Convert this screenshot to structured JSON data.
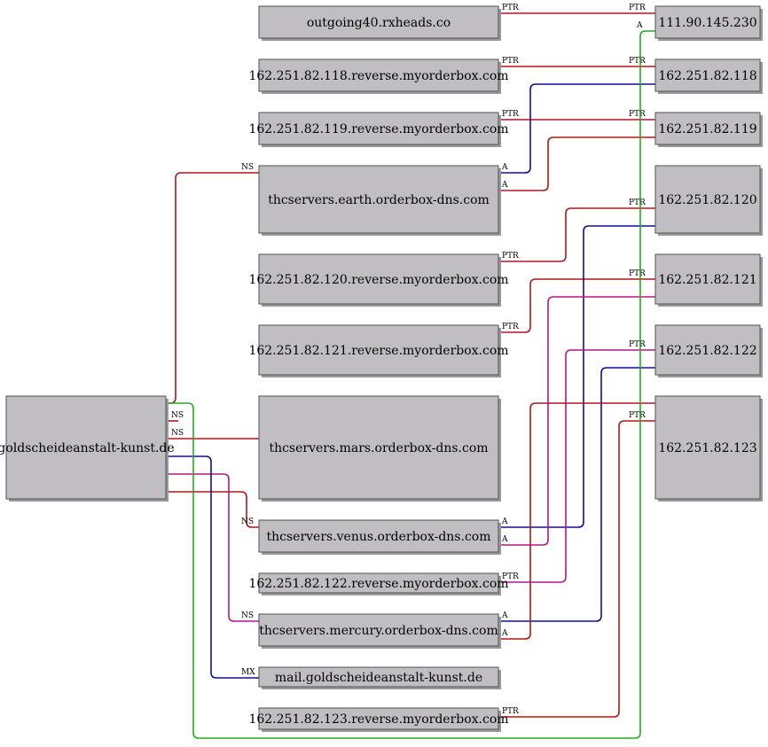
{
  "colors": {
    "NS": "#b01818",
    "A": "#101090",
    "PTR": "#b01818",
    "MX": "#101090",
    "A_alt": "#b01818",
    "A_mag": "#b01890",
    "A_green": "#20b020"
  },
  "nodes": [
    {
      "id": "outgoing40",
      "label": "outgoing40.rxheads.co"
    },
    {
      "id": "rev118",
      "label": "162.251.82.118.reverse.myorderbox.com"
    },
    {
      "id": "rev119",
      "label": "162.251.82.119.reverse.myorderbox.com"
    },
    {
      "id": "earth",
      "label": "thcservers.earth.orderbox-dns.com"
    },
    {
      "id": "rev120",
      "label": "162.251.82.120.reverse.myorderbox.com"
    },
    {
      "id": "rev121",
      "label": "162.251.82.121.reverse.myorderbox.com"
    },
    {
      "id": "mars",
      "label": "thcservers.mars.orderbox-dns.com"
    },
    {
      "id": "venus",
      "label": "thcservers.venus.orderbox-dns.com"
    },
    {
      "id": "rev122",
      "label": "162.251.82.122.reverse.myorderbox.com"
    },
    {
      "id": "mercury",
      "label": "thcservers.mercury.orderbox-dns.com"
    },
    {
      "id": "mail",
      "label": "mail.goldscheideanstalt-kunst.de"
    },
    {
      "id": "rev123",
      "label": "162.251.82.123.reverse.myorderbox.com"
    },
    {
      "id": "gold",
      "label": "goldscheideanstalt-kunst.de"
    },
    {
      "id": "ip230",
      "label": "111.90.145.230"
    },
    {
      "id": "ip118",
      "label": "162.251.82.118"
    },
    {
      "id": "ip119",
      "label": "162.251.82.119"
    },
    {
      "id": "ip120",
      "label": "162.251.82.120"
    },
    {
      "id": "ip121",
      "label": "162.251.82.121"
    },
    {
      "id": "ip122",
      "label": "162.251.82.122"
    },
    {
      "id": "ip123",
      "label": "162.251.82.123"
    }
  ],
  "edges": [
    {
      "from": "outgoing40",
      "to": "ip230",
      "label": "PTR",
      "type": "PTR"
    },
    {
      "from": "rev118",
      "to": "ip118",
      "label": "PTR",
      "type": "PTR"
    },
    {
      "from": "rev119",
      "to": "ip119",
      "label": "PTR",
      "type": "PTR"
    },
    {
      "from": "earth",
      "to": "ip118",
      "label": "A",
      "type": "A"
    },
    {
      "from": "earth",
      "to": "ip119",
      "label": "A",
      "type": "A_alt"
    },
    {
      "from": "rev120",
      "to": "ip120",
      "label": "PTR",
      "type": "PTR"
    },
    {
      "from": "rev121",
      "to": "ip121",
      "label": "PTR",
      "type": "PTR"
    },
    {
      "from": "venus",
      "to": "ip120",
      "label": "A",
      "type": "A"
    },
    {
      "from": "venus",
      "to": "ip121",
      "label": "A",
      "type": "A_mag"
    },
    {
      "from": "rev122",
      "to": "ip122",
      "label": "PTR",
      "type": "A_mag"
    },
    {
      "from": "mercury",
      "to": "ip122",
      "label": "A",
      "type": "A"
    },
    {
      "from": "mercury",
      "to": "ip123",
      "label": "A",
      "type": "A_alt"
    },
    {
      "from": "rev123",
      "to": "ip123",
      "label": "PTR",
      "type": "PTR"
    },
    {
      "from": "gold",
      "to": "earth",
      "label": "NS",
      "type": "NS"
    },
    {
      "from": "gold",
      "to": "mars",
      "label": "NS",
      "type": "NS"
    },
    {
      "from": "gold",
      "to": "venus",
      "label": "NS",
      "type": "NS"
    },
    {
      "from": "gold",
      "to": "mercury",
      "label": "NS",
      "type": "A_mag"
    },
    {
      "from": "gold",
      "to": "mail",
      "label": "MX",
      "type": "MX"
    },
    {
      "from": "gold",
      "to": "ip230",
      "label": "A",
      "type": "A_green"
    },
    {
      "from": "gold",
      "to": "ip123",
      "label": "NS",
      "type": "NS"
    }
  ]
}
